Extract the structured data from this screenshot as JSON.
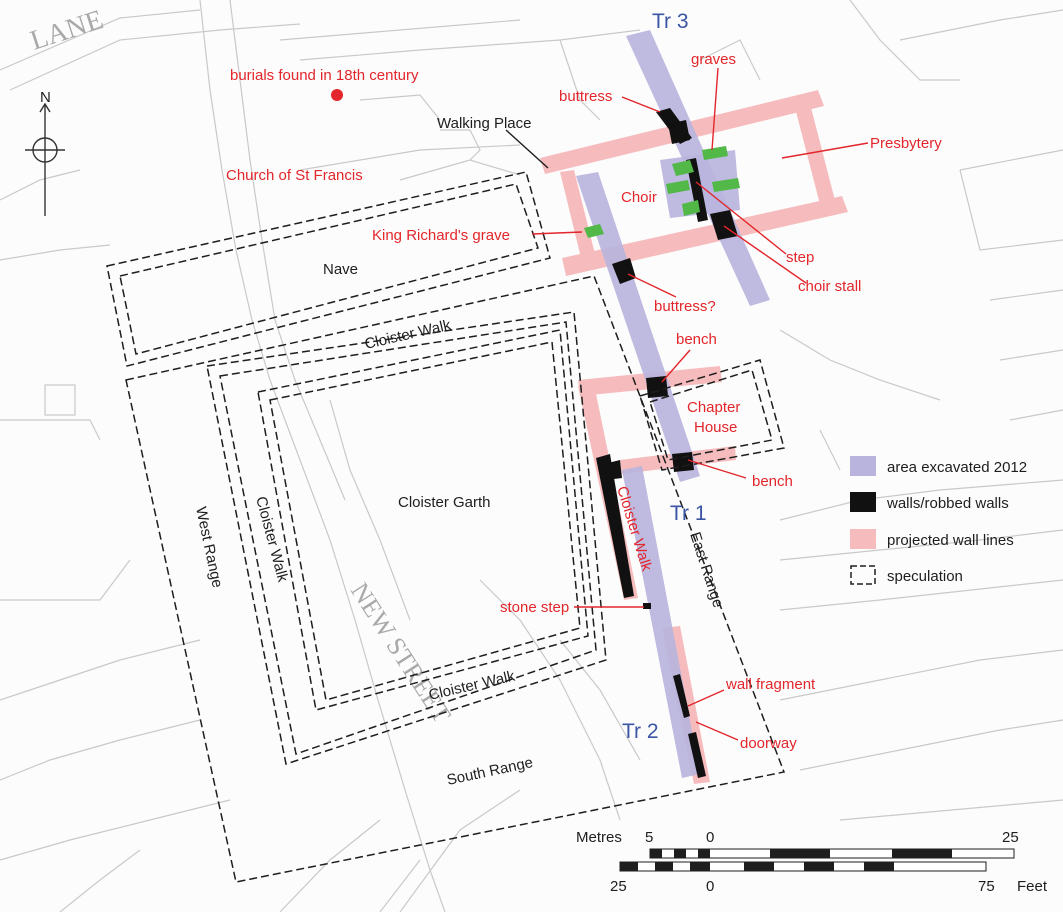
{
  "streets": {
    "lane": "LANE",
    "new_street": "NEW STREET"
  },
  "colors": {
    "excavated": "#b9b4dd",
    "walls": "#111111",
    "projected": "#f6bcbd",
    "red_label": "#e2262b",
    "trench_label": "#3a55a4",
    "graves": "#52b848"
  },
  "north": {
    "label": "N"
  },
  "trenches": {
    "tr1": "Tr 1",
    "tr2": "Tr 2",
    "tr3": "Tr 3"
  },
  "red_labels": {
    "burials": "burials found in 18th century",
    "buttress": "buttress",
    "graves": "graves",
    "presbytery": "Presbytery",
    "church": "Church of St Francis",
    "choir": "Choir",
    "king_grave": "King Richard's grave",
    "step": "step",
    "choir_stall": "choir stall",
    "buttress_q": "buttress?",
    "bench_top": "bench",
    "chapter_house_1": "Chapter",
    "chapter_house_2": "House",
    "bench_bottom": "bench",
    "cloister_walk_east": "Cloister Walk",
    "stone_step": "stone step",
    "wall_fragment": "wall fragment",
    "doorway": "doorway"
  },
  "black_labels": {
    "walking_place": "Walking Place",
    "nave": "Nave",
    "cloister_walk_north": "Cloister Walk",
    "cloister_garth": "Cloister Garth",
    "west_range": "West Range",
    "cloister_walk_west": "Cloister Walk",
    "east_range": "East Range",
    "cloister_walk_south": "Cloister Walk",
    "south_range": "South Range"
  },
  "legend": {
    "items": [
      {
        "key": "excavated",
        "label": "area excavated 2012"
      },
      {
        "key": "walls",
        "label": "walls/robbed walls"
      },
      {
        "key": "projected",
        "label": "projected wall lines"
      },
      {
        "key": "speculation",
        "label": "speculation"
      }
    ]
  },
  "scale": {
    "metres_label": "Metres",
    "metres_ticks": [
      "5",
      "0",
      "25"
    ],
    "feet_label": "Feet",
    "feet_ticks": [
      "25",
      "0",
      "75"
    ]
  }
}
